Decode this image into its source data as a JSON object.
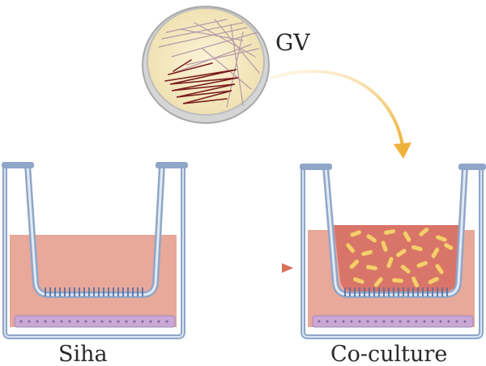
{
  "labels": {
    "bacteria": "GV",
    "left_well": "Siha",
    "right_well": "Co-culture"
  },
  "colors": {
    "medium": "#e8a89a",
    "insert_medium": "#d9746a",
    "well_wall": "#8fa6c8",
    "well_wall_fill": "#d9e3f0",
    "cells": "#c9a8d6",
    "membrane": "#5b6f9e",
    "bacteria_rod": "#f5cf70",
    "plate_agar": "#f6ecc6",
    "plate_rim": "#c9c9c9",
    "streak_light": "#b69aa6",
    "streak_dark": "#7a1d1d",
    "arrow_orange": "#eeb13a",
    "arrow_red": "#d9705a"
  }
}
